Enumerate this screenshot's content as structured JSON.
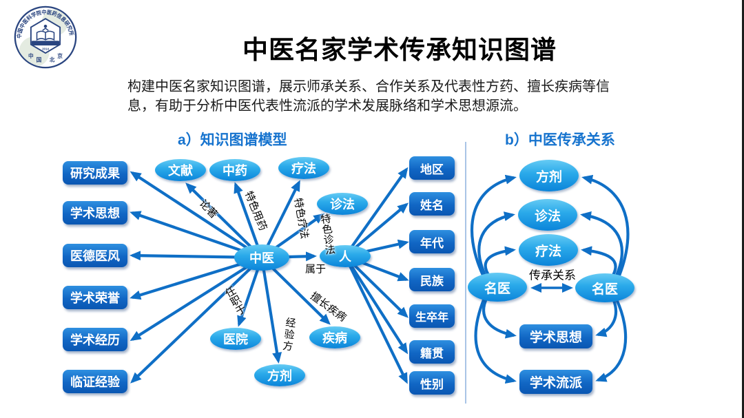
{
  "header": {
    "title": "中医名家学术传承知识图谱",
    "description": "构建中医名家知识图谱，展示师承关系、合作关系及代表性方药、擅长疾病等信息，有助于分析中医代表性流派的学术发展脉络和学术思想源流。"
  },
  "logo": {
    "ring_text_top": "中国中医科学院中医药信息研究所",
    "bottom_chars": [
      "中",
      "国",
      "北",
      "京"
    ],
    "shield_year": "2014"
  },
  "section_a": {
    "heading": "a）知识图谱模型",
    "hub_label": "中医",
    "person_label": "人",
    "left_entities": [
      "研究成果",
      "学术思想",
      "医德医风",
      "学术荣誉",
      "学术经历",
      "临证经验"
    ],
    "top_entities": [
      "文献",
      "中药",
      "疗法",
      "诊法"
    ],
    "bottom_entities": [
      "医院",
      "方剂",
      "疾病"
    ],
    "person_attributes": [
      "地区",
      "姓名",
      "年代",
      "民族",
      "生卒年",
      "籍贯",
      "性别"
    ],
    "edge_labels": {
      "treatise": "论著",
      "special_herbs": "特色用药",
      "special_therapy": "特色疗法",
      "special_diagnosis": "特色诊法",
      "belongs_to": "属于",
      "works_at": "任职于",
      "empirical_formula": "经验方",
      "expert_disease": "擅长疾病"
    }
  },
  "section_b": {
    "heading": "b）中医传承关系",
    "top_entities": [
      "方剂",
      "诊法",
      "疗法"
    ],
    "doctor_left": "名医",
    "doctor_right": "名医",
    "bottom_entities": [
      "学术思想",
      "学术流派"
    ],
    "relation_label": "传承关系"
  },
  "colors": {
    "arrow_blue": "#0F6FC6",
    "ellipse_blue": "#1E9FE4",
    "rect_blue": "#0F66C2",
    "heading_blue": "#1673CE",
    "logo_navy": "#2A4580"
  }
}
